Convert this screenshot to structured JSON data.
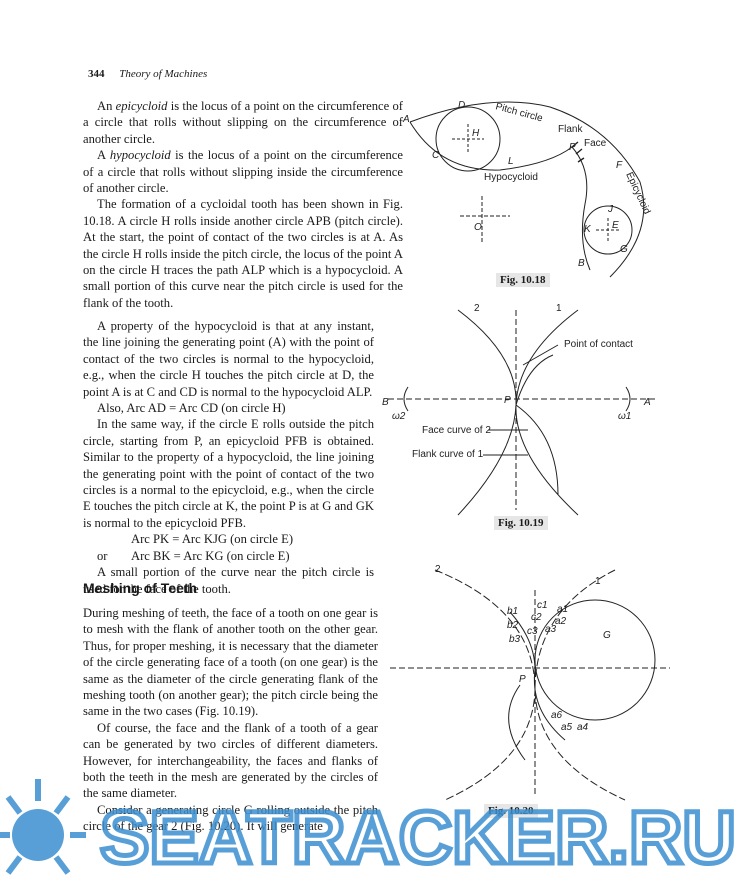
{
  "header": {
    "page_number": "344",
    "book_title": "Theory of Machines"
  },
  "column1": {
    "p1_pre": "An ",
    "p1_term": "epicycloid",
    "p1_post": " is the locus of a point on the circumference of a circle that rolls without slipping on the circumference of another circle.",
    "p2_pre": "A ",
    "p2_term": "hypocycloid",
    "p2_post": " is the locus of a point on the circumference of a circle that rolls without slipping inside the circumference of another circle.",
    "p3": "The formation of a cycloidal tooth has been shown in Fig. 10.18. A circle H rolls inside another circle APB (pitch circle). At the start, the point of contact of the two circles is at A. As the circle H rolls inside the pitch circle, the locus of the point A on the circle H traces the path ALP which is a hypocycloid. A small portion of this curve near the pitch circle is used for the flank of the tooth.",
    "p4": "A property of the hypocycloid is that at any instant, the line joining the generating point (A) with the point of contact of the two circles is normal to the hypocycloid, e.g., when the circle H touches the pitch circle at D, the point A is at C and CD is normal to the hypocycloid ALP.",
    "p5": "Also, Arc AD = Arc CD (on circle H)",
    "p6": "In the same way, if the circle E rolls outside the pitch circle, starting from P, an epicycloid PFB is obtained. Similar to the property of a hypocycloid, the line joining the generating point with the point of contact of the two circles is a normal to the epicycloid, e.g., when the circle E touches the pitch circle at K, the point P is at G and GK is normal to the epicycloid PFB.",
    "eq1": "Arc PK = Arc KJG (on circle E)",
    "eq2_or": "or",
    "eq2": "Arc BK = Arc KG (on circle E)",
    "p7": "A small portion of the curve near the pitch circle is used for the face of the tooth."
  },
  "section": {
    "heading": "Meshing of Teeth",
    "p1": "During meshing of teeth, the face of a tooth on one gear is to mesh with the flank of another tooth on the other gear. Thus, for proper meshing, it is necessary that the diameter of the circle generating face of a tooth (on one gear) is the same as the diameter of the circle generating flank of the meshing tooth (on another gear); the pitch circle being the same in the two cases (Fig. 10.19).",
    "p2": "Of course, the face and the flank of a tooth of a gear can be generated by two circles of different diameters. However, for interchangeability, the faces and flanks of both the teeth in the mesh are generated by the circles of the same diameter.",
    "p3": "Consider a generating circle G rolling outside the pitch circle of the gear 2 (Fig. 10.20). It will generate"
  },
  "fig18": {
    "caption": "Fig. 10.18",
    "labels": {
      "A": "A",
      "D": "D",
      "H": "H",
      "C": "C",
      "L": "L",
      "pitch": "Pitch circle",
      "flank": "Flank",
      "face": "Face",
      "P": "P",
      "F": "F",
      "hypo": "Hypocycloid",
      "epi": "Epicycloid",
      "O": "O",
      "J": "J",
      "K": "K",
      "E": "E",
      "G": "G",
      "B": "B"
    }
  },
  "fig19": {
    "caption": "Fig. 10.19",
    "labels": {
      "one": "1",
      "two": "2",
      "contact": "Point of contact",
      "B": "B",
      "A": "A",
      "P": "P",
      "w2": "ω2",
      "w1": "ω1",
      "face2": "Face curve of 2",
      "flank1": "Flank curve of 1"
    }
  },
  "fig20": {
    "caption": "Fig. 10.20",
    "labels": {
      "two": "2",
      "one": "1",
      "G": "G",
      "P": "P",
      "b1": "b1",
      "b2": "b2",
      "b3": "b3",
      "c1": "c1",
      "c2": "c2",
      "c3": "c3",
      "a1": "a1",
      "a2": "a2",
      "a3": "a3",
      "a4": "a4",
      "a5": "a5",
      "a6": "a6"
    }
  },
  "watermark": {
    "text": "SEATRACKER.RU",
    "color": "#3a8fd0"
  }
}
